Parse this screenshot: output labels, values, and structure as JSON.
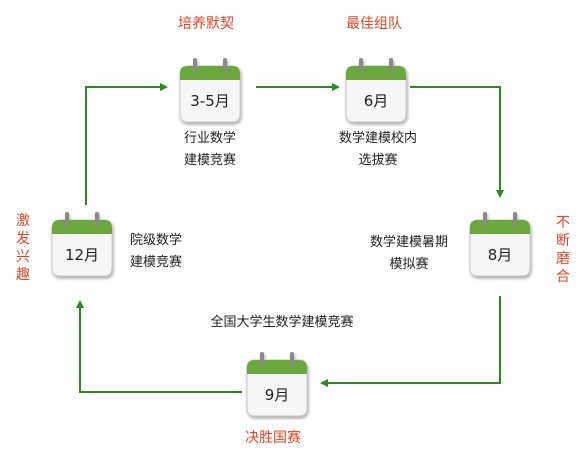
{
  "colors": {
    "arrow": "#2e8a1f",
    "phase_text": "#e0472a",
    "calendar_header": "#6aa83e",
    "calendar_body": "#f6f6f6"
  },
  "calendars": [
    {
      "key": "mar_may",
      "month": "3-5月",
      "phase": "培养默契",
      "desc": [
        "行业数学",
        "建模竞赛"
      ]
    },
    {
      "key": "jun",
      "month": "6月",
      "phase": "最佳组队",
      "desc": [
        "数学建模校内",
        "选拔赛"
      ]
    },
    {
      "key": "aug",
      "month": "8月",
      "phase": "不断磨合",
      "desc": [
        "数学建模暑期",
        "模拟赛"
      ]
    },
    {
      "key": "sep",
      "month": "9月",
      "phase": "决胜国赛",
      "desc": [
        "全国大学生数学建模竞赛"
      ]
    },
    {
      "key": "dec",
      "month": "12月",
      "phase": "激发兴趣",
      "desc": [
        "院级数学",
        "建模竞赛"
      ]
    }
  ]
}
